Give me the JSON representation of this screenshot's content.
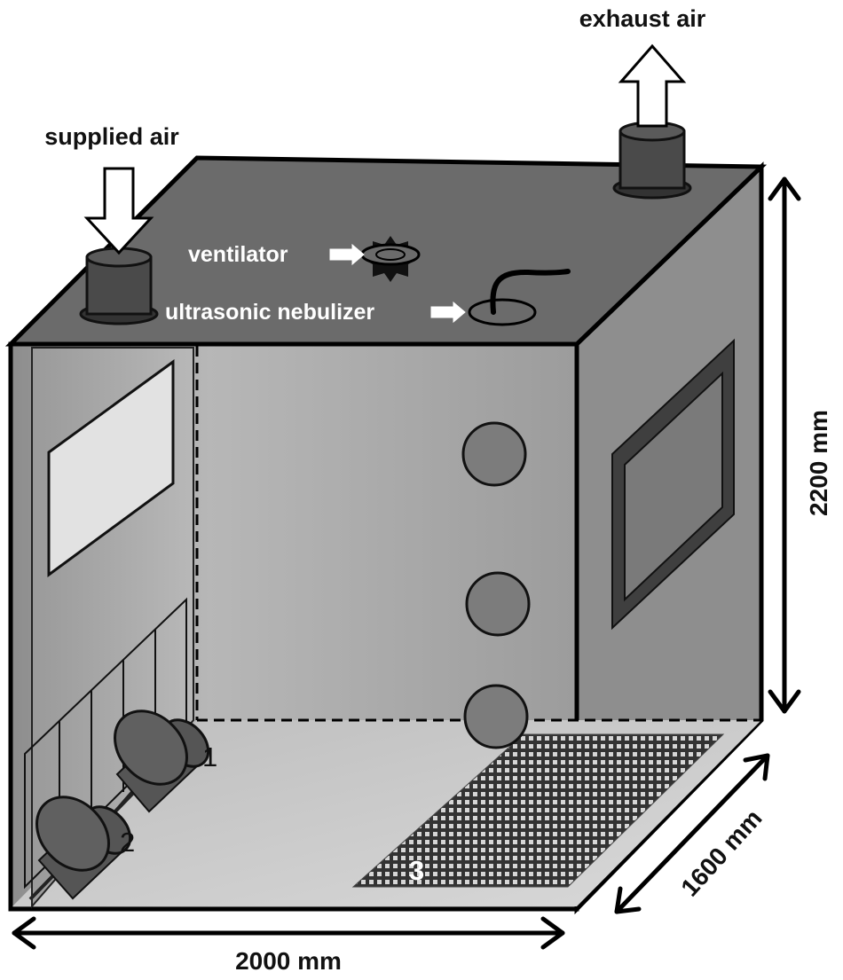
{
  "labels": {
    "exhaust_air": "exhaust air",
    "supplied_air": "supplied air",
    "ventilator": "ventilator",
    "ultrasonic_nebulizer": "ultrasonic nebulizer",
    "height": "2200 mm",
    "depth": "1600 mm",
    "width": "2000 mm",
    "marker_1": "1",
    "marker_2": "2",
    "marker_3": "3"
  },
  "colors": {
    "top_face": "#6b6b6b",
    "front_face": "#a9a9a9",
    "right_face": "#8e8e8e",
    "floor": "#c4c4c4",
    "outline": "#000000"
  }
}
